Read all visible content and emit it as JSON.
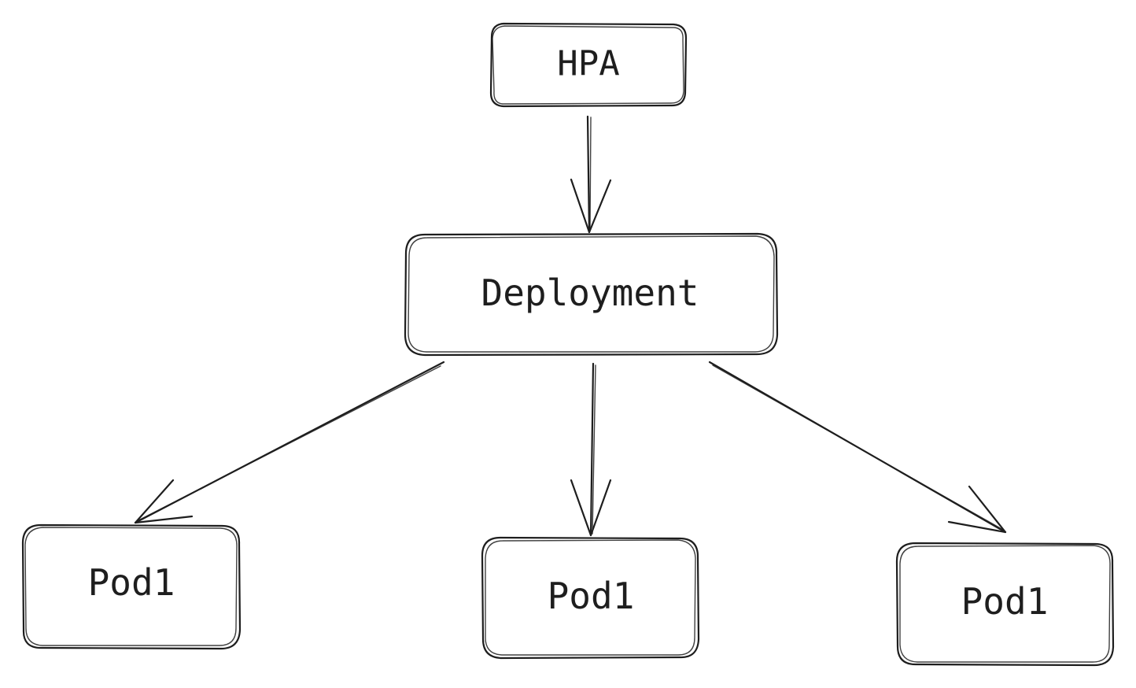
{
  "nodes": {
    "hpa": {
      "label": "HPA"
    },
    "deployment": {
      "label": "Deployment"
    },
    "pod_left": {
      "label": "Pod1"
    },
    "pod_center": {
      "label": "Pod1"
    },
    "pod_right": {
      "label": "Pod1"
    }
  },
  "edges": [
    {
      "from": "HPA",
      "to": "Deployment"
    },
    {
      "from": "Deployment",
      "to": "Pod1 (left)"
    },
    {
      "from": "Deployment",
      "to": "Pod1 (center)"
    },
    {
      "from": "Deployment",
      "to": "Pod1 (right)"
    }
  ],
  "colors": {
    "stroke": "#1e1e1e",
    "background": "#ffffff"
  }
}
